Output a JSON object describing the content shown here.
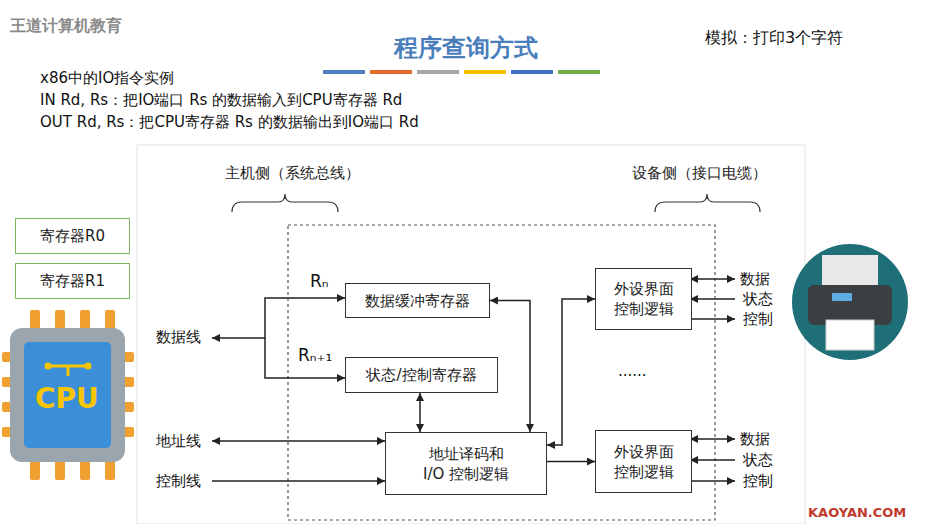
{
  "diagram": {
    "title": "程序查询方式",
    "nodes": [
      {
        "text": [
          "寄存器R0"
        ]
      },
      {
        "text": [
          "寄存器R1"
        ]
      },
      {
        "text": [
          "数据缓冲寄存器"
        ]
      },
      {
        "text": [
          "状态/控制寄存器"
        ]
      },
      {
        "text": [
          "地址译码和 I/O 控制逻辑"
        ]
      },
      {
        "text": [
          "外设界面 控制逻辑"
        ]
      },
      {
        "text": [
          "外设界面 控制逻辑"
        ]
      }
    ],
    "edges": [
      {
        "from": 2,
        "to": 4,
        "arrow": "both"
      },
      {
        "from": 3,
        "to": 4,
        "arrow": "both"
      },
      {
        "from": 4,
        "to": 5,
        "arrow": "both"
      },
      {
        "from": 4,
        "to": 6,
        "arrow": "to"
      }
    ],
    "labels": [
      "王道计算机教育",
      "x86中的IO指令实例",
      "IN Rd, Rs：把IO端口 Rs 的数据输入到CPU寄存器 Rd",
      "OUT Rd, Rs：把CPU寄存器 Rs 的数据输出到IO端口 Rd",
      "模拟：打印3个字符",
      "主机侧（系统总线）",
      "设备侧（接口电缆）",
      "Rₙ",
      "Rₙ₊₁",
      "数据线",
      "地址线",
      "控制线",
      "......",
      "数据",
      "状态",
      "控制",
      "数据",
      "状态",
      "控制",
      "CPU",
      "KAOYAN.COM"
    ]
  }
}
